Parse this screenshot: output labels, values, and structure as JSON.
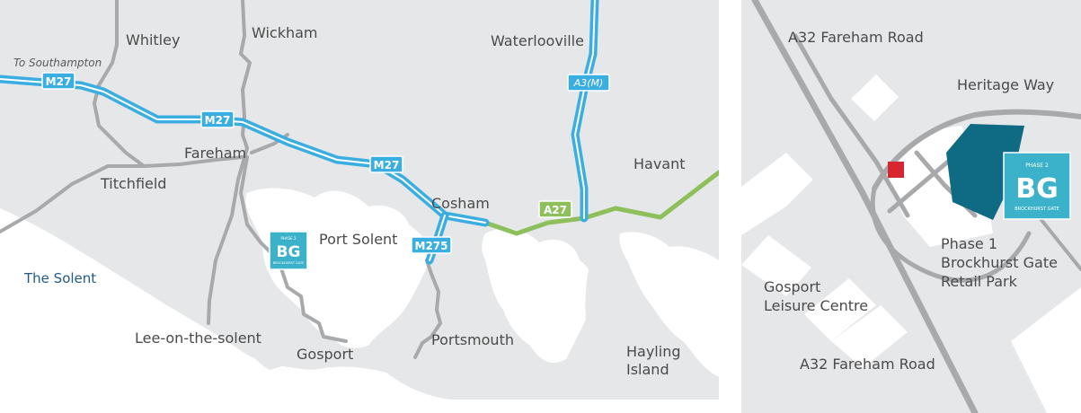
{
  "left_map": {
    "places": {
      "whitley": "Whitley",
      "wickham": "Wickham",
      "waterlooville": "Waterlooville",
      "to_southampton": "To Southampton",
      "fareham": "Fareham",
      "titchfield": "Titchfield",
      "cosham": "Cosham",
      "havant": "Havant",
      "port_solent": "Port Solent",
      "the_solent": "The Solent",
      "lee_on_the_solent": "Lee-on-the-solent",
      "gosport": "Gosport",
      "portsmouth": "Portsmouth",
      "hayling_island_line1": "Hayling",
      "hayling_island_line2": "Island"
    },
    "roads": {
      "m27": "M27",
      "m275": "M275",
      "a3m": "A3(M)",
      "a27": "A27"
    }
  },
  "right_map": {
    "places": {
      "a32_top": "A32 Fareham Road",
      "heritage_way": "Heritage Way",
      "phase1_line1": "Phase 1",
      "phase1_line2": "Brockhurst Gate",
      "phase1_line3": "Retail Park",
      "gosport_leisure_line1": "Gosport",
      "gosport_leisure_line2": "Leisure Centre",
      "a32_bottom": "A32 Fareham Road"
    }
  },
  "logo": {
    "phase": "PHASE 2",
    "mark": "BG",
    "name": "BROCKHURST GATE"
  },
  "colors": {
    "land": "#e6e7e9",
    "water": "#ffffff",
    "motorway": "#3aaee0",
    "a_road": "#8dc05a",
    "minor_road": "#a8a9ab",
    "logo_bg": "#3bb2c9",
    "site": "#0f6b83",
    "marker": "#d7262f"
  }
}
